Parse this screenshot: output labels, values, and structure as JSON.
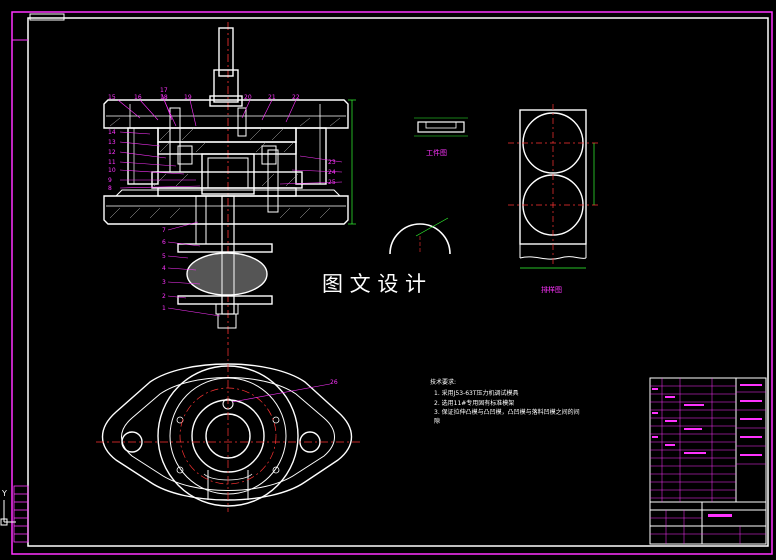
{
  "part_numbers_left": [
    "15",
    "16",
    "17",
    "18",
    "19",
    "14",
    "13",
    "12",
    "11",
    "10",
    "9",
    "8",
    "7",
    "6",
    "5",
    "4",
    "3",
    "2",
    "1"
  ],
  "part_numbers_right": [
    "20",
    "21",
    "22",
    "23",
    "24",
    "25"
  ],
  "part_number_bottom": "26",
  "workpiece_label": "工件图",
  "layout_label": "排样图",
  "watermark": "图 文 设 计",
  "notes_title": "技术要求:",
  "notes": [
    "1. 采用J53-63T压力机调试模具",
    "2. 选用11#专用固有标准模架",
    "3. 保证拉伸凸模与凸凹模，凸凹模与落料凹模之间的间",
    "隙"
  ],
  "colors": {
    "border": "#ff33ff",
    "lines": "#ffffff",
    "center": "#ff3333",
    "dim": "#33ff33",
    "hatch": "#bbbbbb"
  }
}
